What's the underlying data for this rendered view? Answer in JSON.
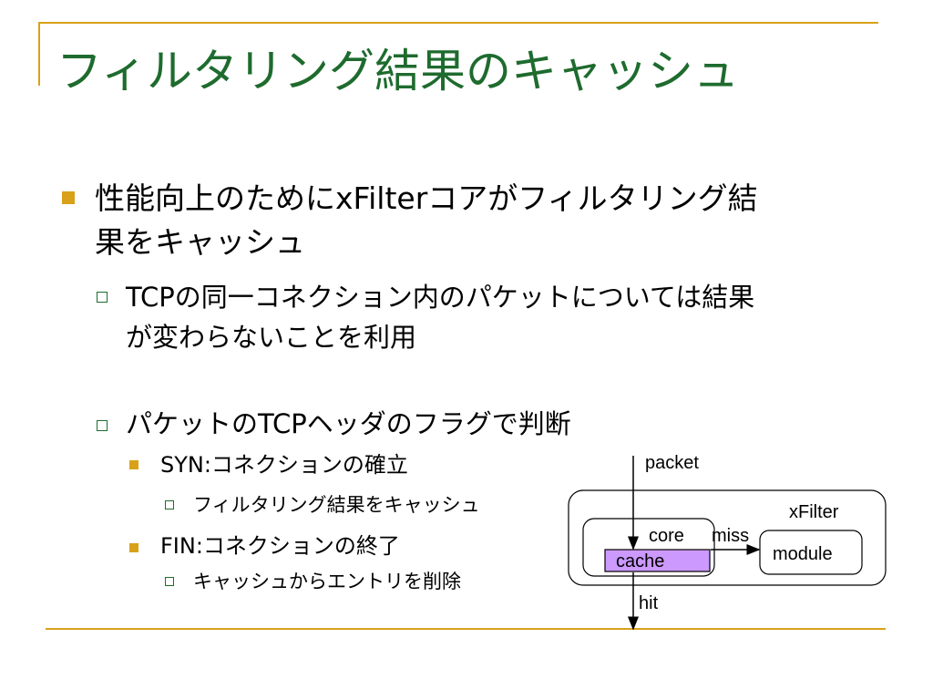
{
  "title": "フィルタリング結果のキャッシュ",
  "colors": {
    "accent": "#d9a11a",
    "title": "#1e6b2e",
    "cache_fill": "#cc99ff"
  },
  "bullets": {
    "b1_line1": "性能向上のためにxFilterコアがフィルタリング結",
    "b1_line2": "果をキャッシュ",
    "b1a_line1": "TCPの同一コネクション内のパケットについては結果",
    "b1a_line2": "が変わらないことを利用",
    "b1b": "パケットのTCPヘッダのフラグで判断",
    "syn": "SYN:コネクションの確立",
    "syn_sub": "フィルタリング結果をキャッシュ",
    "fin": "FIN:コネクションの終了",
    "fin_sub": "キャッシュからエントリを削除"
  },
  "diagram": {
    "packet": "packet",
    "xfilter": "xFilter",
    "core": "core",
    "miss": "miss",
    "module": "module",
    "cache": "cache",
    "hit": "hit"
  }
}
